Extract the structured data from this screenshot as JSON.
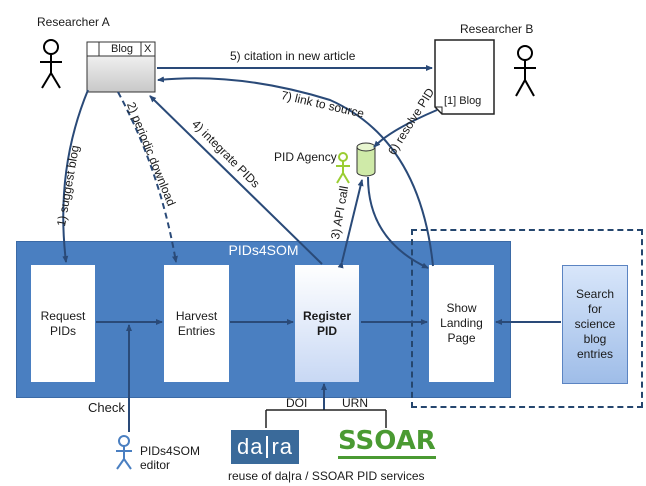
{
  "actors": {
    "researcher_a": "Researcher A",
    "researcher_b": "Researcher B",
    "pid_agency": "PID Agency",
    "editor_line1": "PIDs4SOM",
    "editor_line2": "editor"
  },
  "blog_window": {
    "title": "Blog",
    "close": "X"
  },
  "document": {
    "label": "[1] Blog"
  },
  "panel": {
    "title": "PIDs4SOM"
  },
  "boxes": {
    "request_pids": [
      "Request",
      "PIDs"
    ],
    "harvest_entries": [
      "Harvest",
      "Entries"
    ],
    "register_pid": [
      "Register",
      "PID"
    ],
    "show_landing_page": [
      "Show",
      "Landing",
      "Page"
    ],
    "search": [
      "Search",
      "for",
      "science",
      "blog",
      "entries"
    ]
  },
  "arrows": {
    "citation": "5) citation in new article",
    "link_to_source": "7) link to source",
    "resolve_pid": "6) resolve PID",
    "suggest_blog": "1) suggest blog",
    "periodic_download": "2) periodic download",
    "integrate_pids": "4) integrate PIDs",
    "api_call": "3) API call"
  },
  "bottom": {
    "check": "Check",
    "doi": "DOI",
    "urn": "URN",
    "dara_logo_left": "da",
    "dara_logo_right": "ra",
    "ssoar_logo": "SSOAR",
    "footer": "reuse of da|ra / SSOAR PID services"
  },
  "colors": {
    "arrow": "#2a4a78",
    "panel": "#4a7fc1",
    "dara_bg": "#3a6a9a",
    "ssoar": "#4a9a32"
  }
}
